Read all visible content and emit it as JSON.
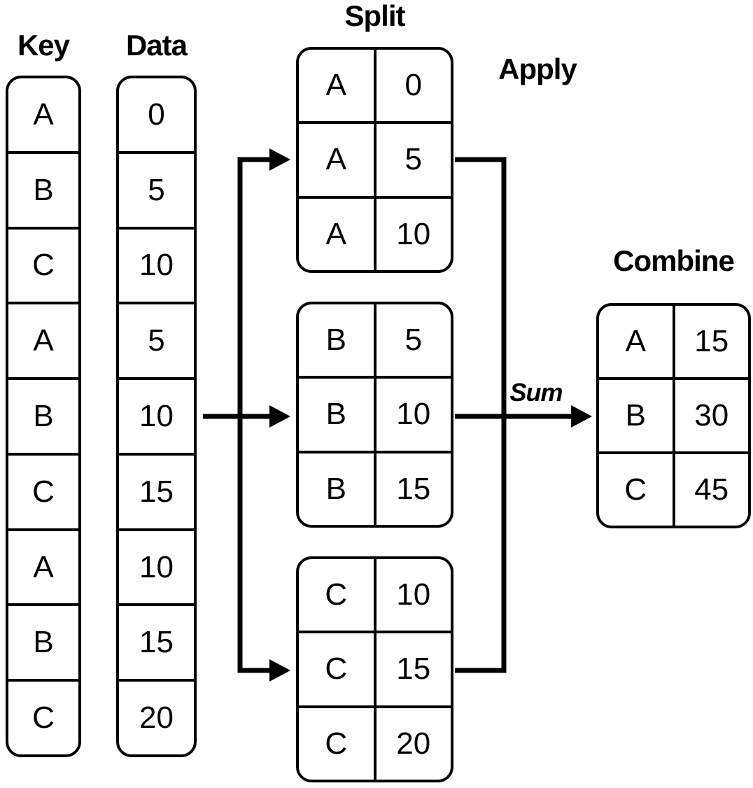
{
  "diagram": {
    "labels": {
      "key_title": "Key",
      "data_title": "Data",
      "split_title": "Split",
      "apply_title": "Apply",
      "combine_title": "Combine",
      "sum_label": "Sum"
    },
    "key_column": [
      "A",
      "B",
      "C",
      "A",
      "B",
      "C",
      "A",
      "B",
      "C"
    ],
    "data_column": [
      "0",
      "5",
      "10",
      "5",
      "10",
      "15",
      "10",
      "15",
      "20"
    ],
    "split_tables": {
      "group_a": [
        [
          "A",
          "0"
        ],
        [
          "A",
          "5"
        ],
        [
          "A",
          "10"
        ]
      ],
      "group_b": [
        [
          "B",
          "5"
        ],
        [
          "B",
          "10"
        ],
        [
          "B",
          "15"
        ]
      ],
      "group_c": [
        [
          "C",
          "10"
        ],
        [
          "C",
          "15"
        ],
        [
          "C",
          "20"
        ]
      ]
    },
    "combine_table": [
      [
        "A",
        "15"
      ],
      [
        "B",
        "30"
      ],
      [
        "C",
        "45"
      ]
    ],
    "colors": {
      "stroke": "#000000",
      "background": "#ffffff"
    }
  }
}
